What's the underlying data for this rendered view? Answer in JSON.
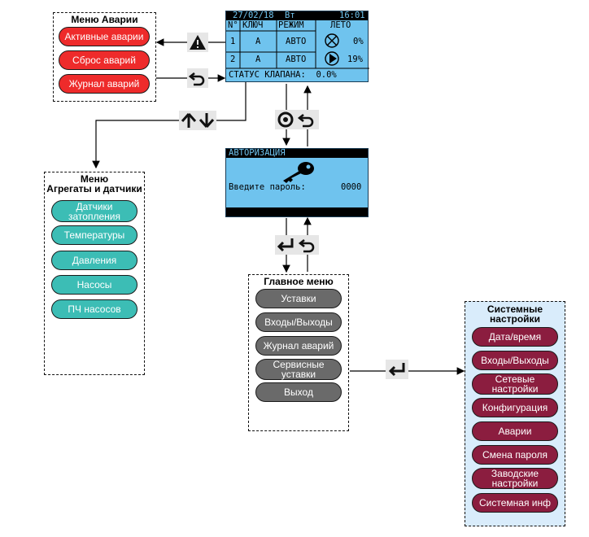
{
  "alarm_menu": {
    "title": "Меню Аварии",
    "items": [
      "Активные аварии",
      "Сброс аварий",
      "Журнал аварий"
    ]
  },
  "sensors_menu": {
    "title": "Меню\nАгрегаты и датчики",
    "items": [
      "Датчики\nзатопления",
      "Температуры",
      "Давления",
      "Насосы",
      "ПЧ насосов"
    ]
  },
  "main_menu": {
    "title": "Главное меню",
    "items": [
      "Уставки",
      "Входы/Выходы",
      "Журнал аварий",
      "Сервисные\nуставки",
      "Выход"
    ]
  },
  "system_menu": {
    "title": "Системные\nнастройки",
    "items": [
      "Дата/время",
      "Входы/Выходы",
      "Сетевые\nнастройки",
      "Конфигурация",
      "Аварии",
      "Смена пароля",
      "Заводские\nнастройки",
      "Системная инф"
    ]
  },
  "status_screen": {
    "date": "27/02/18",
    "weekday": "Вт",
    "time": "16:01",
    "col_no": "N°",
    "col_key": "КЛЮЧ",
    "col_mode": "РЕЖИМ",
    "season": "ЛЕТО",
    "rows": [
      {
        "no": "1",
        "key": "А",
        "mode": "АВТО",
        "value": "0%"
      },
      {
        "no": "2",
        "key": "А",
        "mode": "АВТО",
        "value": "19%"
      }
    ],
    "valve_status": "СТАТУС КЛАПАНА:  0.0%"
  },
  "auth_screen": {
    "title": "АВТОРИЗАЦИЯ",
    "prompt": "Введите пароль:",
    "password": "0000"
  },
  "colors": {
    "lcd": "#6fc3ee",
    "alarm": "#ee2b2b",
    "sensor": "#3cbdb5",
    "main": "#6a6a6a",
    "system": "#8b1d3f",
    "system_bg": "#d9ecfb"
  },
  "icons": [
    "warning-icon",
    "back-arrow-icon",
    "up-down-arrows-icon",
    "select-knob-icon",
    "enter-icon"
  ]
}
